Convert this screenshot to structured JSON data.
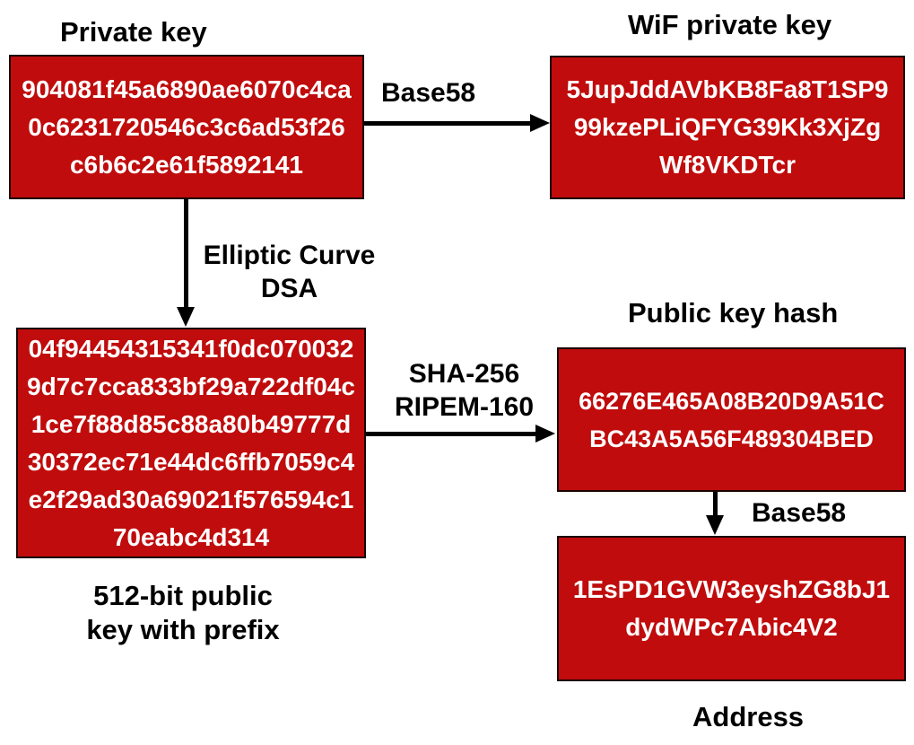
{
  "diagram": {
    "background": "#FFFFFF",
    "box_fill": "#C00C0C",
    "box_border": "#1A0505",
    "box_text_color": "#FFFFFF",
    "label_color": "#000000",
    "arrow_color": "#000000"
  },
  "nodes": {
    "private_key": {
      "title": "Private key",
      "lines": [
        "904081f45a6890ae6070c4ca",
        "0c6231720546c3c6ad53f26",
        "c6b6c2e61f5892141"
      ]
    },
    "wif_private_key": {
      "title": "WiF private key",
      "lines": [
        "5JupJddAVbKB8Fa8T1SP9",
        "99kzePLiQFYG39Kk3XjZg",
        "Wf8VKDTcr"
      ]
    },
    "public_key": {
      "caption_lines": [
        "512-bit public",
        "key with prefix"
      ],
      "lines": [
        "04f94454315341f0dc070032",
        "9d7c7cca833bf29a722df04c",
        "1ce7f88d85c88a80b49777d",
        "30372ec71e44dc6ffb7059c4",
        "e2f29ad30a69021f576594c1",
        "70eabc4d314"
      ]
    },
    "public_key_hash": {
      "title": "Public key hash",
      "lines": [
        "66276E465A08B20D9A51C",
        "BC43A5A56F489304BED"
      ]
    },
    "address": {
      "title": "Address",
      "lines": [
        "1EsPD1GVW3eyshZG8bJ1",
        "dydWPc7Abic4V2"
      ]
    }
  },
  "arrows": {
    "base58_top": {
      "label": "Base58"
    },
    "ecdsa": {
      "label_lines": [
        "Elliptic Curve",
        "DSA"
      ]
    },
    "sha_ripemd": {
      "label_lines": [
        "SHA-256",
        "RIPEM-160"
      ]
    },
    "base58_bottom": {
      "label": "Base58"
    }
  }
}
